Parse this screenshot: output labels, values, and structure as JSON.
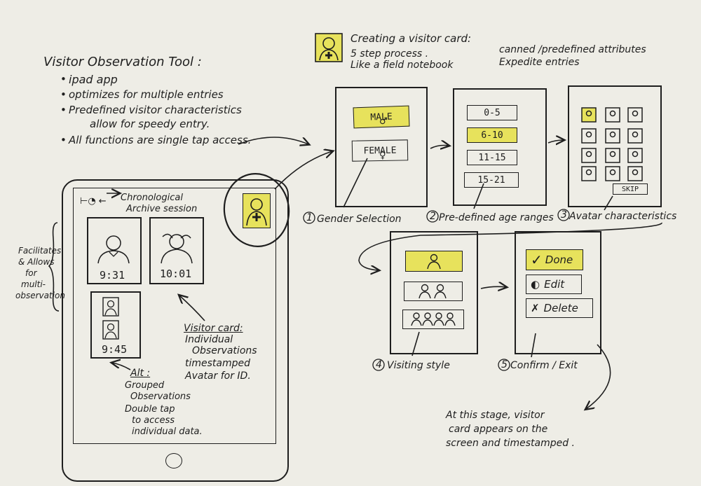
{
  "colors": {
    "paper": "#eeede6",
    "ink": "#1e1e1e",
    "highlight": "#e7e25c"
  },
  "title": "Visitor Observation Tool :",
  "features": [
    "ipad app",
    "optimizes for multiple entries",
    "Predefined visitor characteristics",
    "allow for speedy entry.",
    "All functions are single tap access."
  ],
  "creating": {
    "title": "Creating a visitor card:",
    "notes": [
      "5 step process .",
      "Like a field notebook",
      "canned /predefined attributes",
      "Expedite entries"
    ],
    "icon": "add-visitor-icon"
  },
  "ipad": {
    "chronological": "Chronological",
    "archive": "Archive session",
    "side_note": [
      "Facilitates",
      "& Allows",
      "for",
      "multi-",
      "observation"
    ],
    "card_times": [
      "9:31",
      "10:01",
      "9:45"
    ],
    "visitor_card_title": "Visitor card:",
    "visitor_card_notes": [
      "Individual",
      "Observations",
      "timestamped",
      "Avatar for ID."
    ],
    "alt_title": "Alt :",
    "alt_notes": [
      "Grouped",
      "Observations",
      "Double tap",
      "to access",
      "individual data."
    ]
  },
  "steps": [
    {
      "caption": "Gender Selection",
      "number": "1",
      "options": [
        "MALE",
        "FEMALE"
      ]
    },
    {
      "caption": "Pre-defined age ranges",
      "number": "2",
      "options": [
        "0-5",
        "6-10",
        "11-15",
        "15-21"
      ]
    },
    {
      "caption": "Avatar characteristics",
      "number": "3",
      "skip": "SKIP"
    },
    {
      "caption": "Visiting style",
      "number": "4"
    },
    {
      "caption": "Confirm / Exit",
      "number": "5",
      "options": [
        "Done",
        "Edit",
        "Delete"
      ]
    }
  ],
  "final_note": [
    "At this stage, visitor",
    "card appears on the",
    "screen and timestamped ."
  ]
}
